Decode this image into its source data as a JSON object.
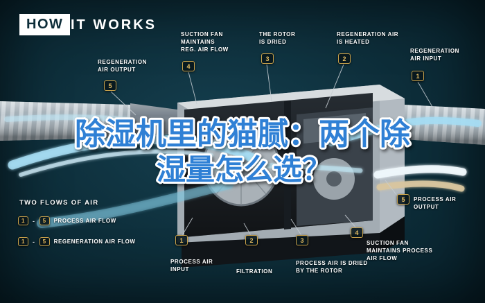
{
  "header": {
    "how": "HOW",
    "it_works": "IT WORKS"
  },
  "overlay_title": {
    "line1": "除湿机里的猫腻：两个除",
    "line2": "湿量怎么选？",
    "fill_color": "#2f80d5",
    "outline_color": "#ffffff"
  },
  "labels": {
    "top": [
      {
        "num": "5",
        "text": "REGENERATION\nAIR OUTPUT"
      },
      {
        "num": "4",
        "text": "SUCTION FAN\nMAINTAINS\nREG. AIR FLOW"
      },
      {
        "num": "3",
        "text": "THE ROTOR\nIS DRIED"
      },
      {
        "num": "2",
        "text": "REGENERATION AIR\nIS HEATED"
      },
      {
        "num": "1",
        "text": "REGENERATION\nAIR INPUT"
      }
    ],
    "right": {
      "num": "5",
      "text": "PROCESS AIR\nOUTPUT"
    },
    "bottom": [
      {
        "num": "1",
        "text": "PROCESS AIR\nINPUT"
      },
      {
        "num": "2",
        "text": "FILTRATION"
      },
      {
        "num": "3",
        "text": "PROCESS AIR IS DRIED\nBY THE ROTOR"
      },
      {
        "num": "4",
        "text": "SUCTION FAN\nMAINTAINS PROCESS\nAIR FLOW"
      }
    ]
  },
  "legend": {
    "title": "TWO FLOWS OF AIR",
    "rows": [
      {
        "from": "1",
        "sep": "-",
        "to": "5",
        "label": "PROCESS AIR FLOW"
      },
      {
        "from": "1",
        "sep": "-",
        "to": "5",
        "label": "REGENERATION AIR FLOW"
      }
    ]
  },
  "colors": {
    "background": "#0d2d39",
    "badge_border": "#c9a24b",
    "badge_text": "#e6bd62",
    "label_text": "#ffffff",
    "flow_blue": "#a6dcf2",
    "flow_tan": "#d8c59e"
  }
}
